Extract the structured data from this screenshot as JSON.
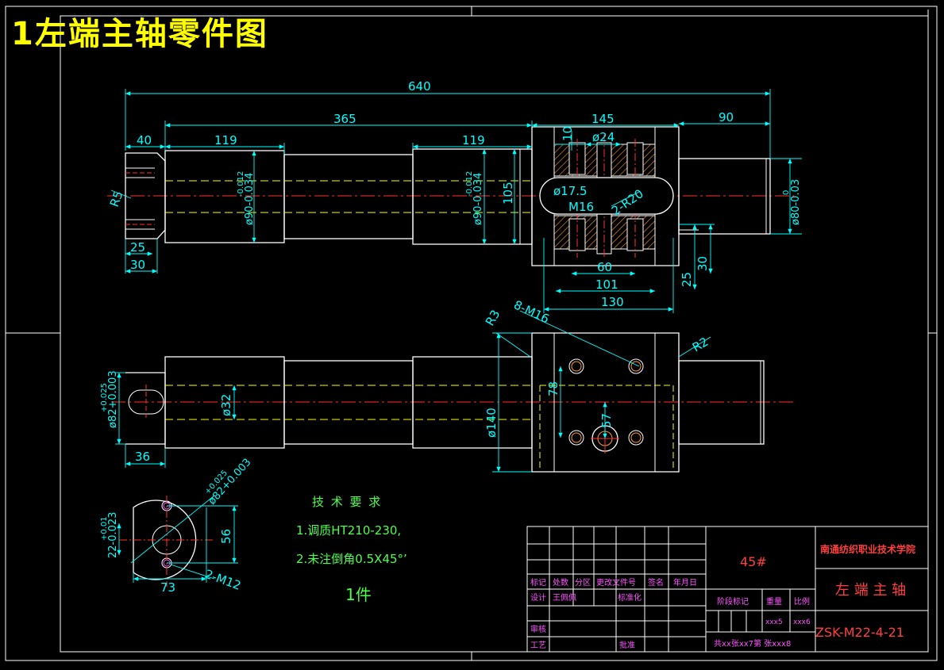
{
  "title": "1左端主轴零件图",
  "dimensions": {
    "d640": "640",
    "d365": "365",
    "d145": "145",
    "d90": "90",
    "d40": "40",
    "d119a": "119",
    "d119b": "119",
    "d10": "10",
    "phi24": "ø24",
    "phi17_5": "ø17.5",
    "m16": "M16",
    "r20": "2-R20",
    "d105": "105",
    "r5": "R5",
    "phi90a": "ø90-0.034",
    "phi90a_tol": "-0.012",
    "phi90b": "ø90-0.034",
    "phi90b_tol": "-0.012",
    "phi80": "ø80-0.03",
    "phi80_tol": "0",
    "d25a": "25",
    "d30a": "30",
    "d60": "60",
    "d101": "101",
    "d130": "130",
    "d25b": "25",
    "d30b": "30",
    "r3": "R3",
    "m16_8": "8-M16",
    "r2": "R2",
    "d78": "78",
    "phi32": "ø32",
    "phi140": "ø140",
    "d57": "57",
    "phi82": "ø82+0.003",
    "phi82_tol": "+0.025",
    "d36": "36",
    "phi82c": "ø82+0.003",
    "phi82c_tol": "+0.025",
    "d22": "22-0.023",
    "d22_tol": "+0.01",
    "d56": "56",
    "d73": "73",
    "m12": "2-M12"
  },
  "tech_requirements": {
    "heading": "技 术 要 求",
    "line1": "1.调质HT210-230,",
    "line2": "2.未注倒角0.5X45°’",
    "qty": "1件"
  },
  "title_block": {
    "material": "45#",
    "school": "南通纺织职业技术学院",
    "part_name": "左 端 主 轴",
    "drawing_no": "ZSK-M22-4-21",
    "h_mark": "标记",
    "h_count": "处数",
    "h_zone": "分区",
    "h_doc": "更改文件号",
    "h_sign": "签名",
    "h_date": "年月日",
    "design_label": "设计",
    "designer": "王佩佩",
    "standard_label": "标准化",
    "stage_label": "阶段标记",
    "weight_label": "重量",
    "scale_label": "比例",
    "weight_val": "xxx5",
    "scale_val": "xxx6",
    "review_label": "审核",
    "process_label": "工艺",
    "approve_label": "批准",
    "sheets": "共xx张xx7第 张xxx8"
  },
  "colors": {
    "outline": "#ffffff",
    "dimension": "#00ffff",
    "center": "#ff3030",
    "hidden": "#ffff00",
    "section": "#ff9a30",
    "text_green": "#4cff4c",
    "text_magenta": "#ff55ff",
    "text_red": "#ff4040"
  }
}
